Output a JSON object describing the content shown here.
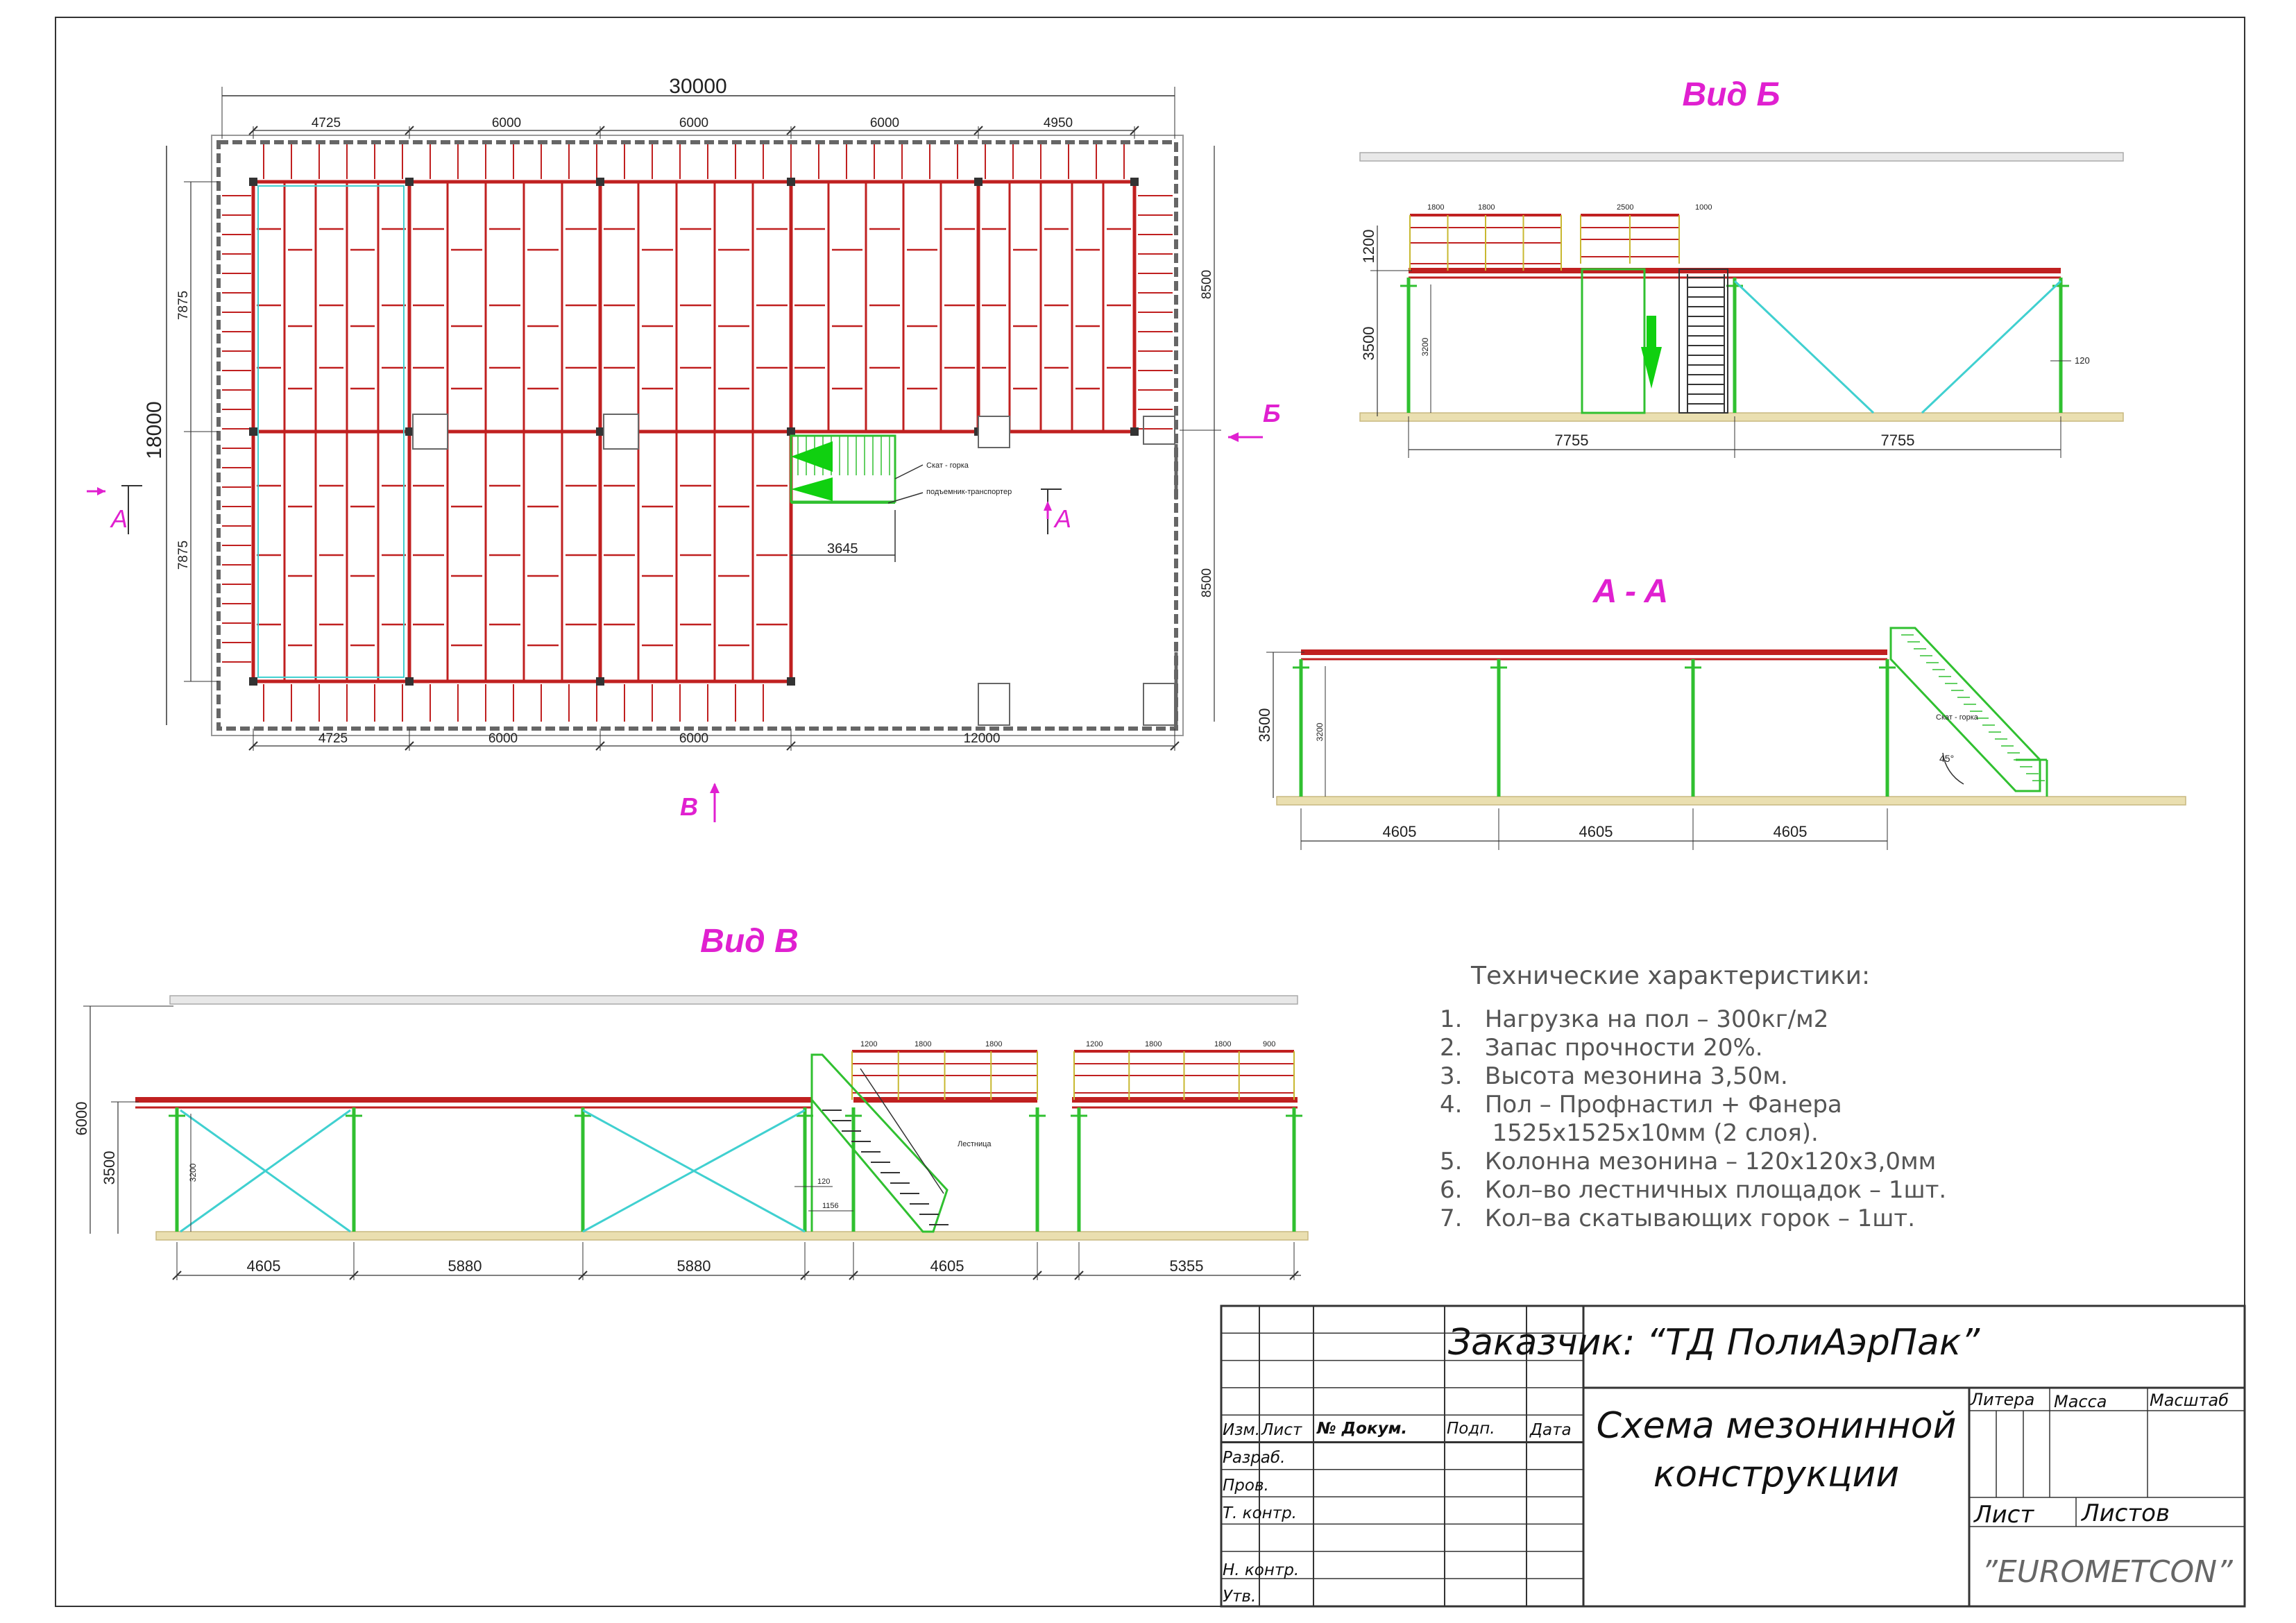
{
  "plan": {
    "overall_width": "30000",
    "overall_height": "18000",
    "top_spans": [
      "4725",
      "6000",
      "6000",
      "6000",
      "4950"
    ],
    "bottom_spans": [
      "4725",
      "6000",
      "6000",
      "12000"
    ],
    "left_spans": [
      "7875",
      "7875"
    ],
    "right_spans": [
      "8500",
      "8500"
    ],
    "stair_dim": "3645",
    "stair_note": "Скат - горка",
    "lift_note": "подъемник-транспортер",
    "marker_a": "A",
    "marker_b": "Б",
    "marker_v": "В"
  },
  "view_b": {
    "title": "Вид Б",
    "spans": [
      "7755",
      "7755"
    ],
    "heights": [
      "1200",
      "3500"
    ],
    "inner_height": "3200",
    "rail_spans": [
      "1800",
      "1800",
      "2500",
      "1000"
    ],
    "column": "120"
  },
  "section_aa": {
    "title": "A - A",
    "spans": [
      "4605",
      "4605",
      "4605"
    ],
    "height": "3500",
    "inner_height": "3200",
    "stair_note": "Скат - горка",
    "angle": "45°"
  },
  "view_v": {
    "title": "Вид В",
    "spans": [
      "4605",
      "5880",
      "5880",
      "4605",
      "5355"
    ],
    "heights": [
      "6000",
      "3500"
    ],
    "inner_height": "3200",
    "rail_spans_1": [
      "1200",
      "1800",
      "1800"
    ],
    "rail_spans_2": [
      "1200",
      "1800",
      "1800",
      "900"
    ],
    "stair_note": "Лестница",
    "small_dims": [
      "120",
      "1156"
    ]
  },
  "specs": {
    "title": "Технические характеристики:",
    "items": [
      "1.   Нагрузка на пол – 300кг/м2",
      "2.   Запас прочности 20%.",
      "3.   Высота мезонина 3,50м.",
      "4.   Пол – Профнастил + Фанера",
      "       1525х1525х10мм (2 слоя).",
      "5.   Колонна мезонина – 120х120х3,0мм",
      "6.   Кол–во лестничных площадок – 1шт.",
      "7.   Кол–ва скатывающих горок – 1шт."
    ]
  },
  "title_block": {
    "customer": "Заказчик: “ТД ПолиАэрПак”",
    "name_line1": "Схема мезонинной",
    "name_line2": "конструкции",
    "litera": "Литера",
    "massa": "Масса",
    "masshtab": "Масштаб",
    "list": "Лист",
    "listov": "Листов",
    "company": "”EUROMETCON”",
    "izm": "Изм.",
    "list_col": "Лист",
    "dokum": "№ Докум.",
    "podp": "Подп.",
    "data": "Дата",
    "razrab": "Разраб.",
    "prov": "Пров.",
    "tkontr": "Т. контр.",
    "nkontr": "Н. контр.",
    "utv": "Утв."
  }
}
